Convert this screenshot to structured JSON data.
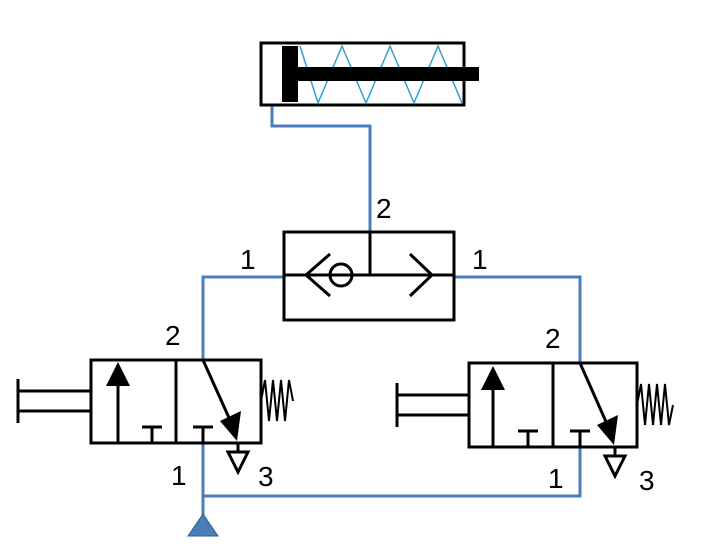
{
  "colors": {
    "pneumatic_line": "#4a7ebb",
    "spring": "#2f9fd8",
    "supply": "#4a7ebb",
    "symbol": "#000000",
    "background": "#ffffff"
  },
  "cylinder": {
    "type": "single-acting-spring-cylinder"
  },
  "shuttle_valve": {
    "type": "or-shuttle-valve",
    "port_out_label": "2",
    "port_in_left_label": "1",
    "port_in_right_label": "1"
  },
  "valve_left": {
    "type": "3-2-way-push-button-spring-return",
    "port_out_label": "2",
    "port_supply_label": "1",
    "port_exhaust_label": "3"
  },
  "valve_right": {
    "type": "3-2-way-push-button-spring-return",
    "port_out_label": "2",
    "port_supply_label": "1",
    "port_exhaust_label": "3"
  },
  "supply": {
    "icon": "pressure-source-triangle-icon"
  }
}
